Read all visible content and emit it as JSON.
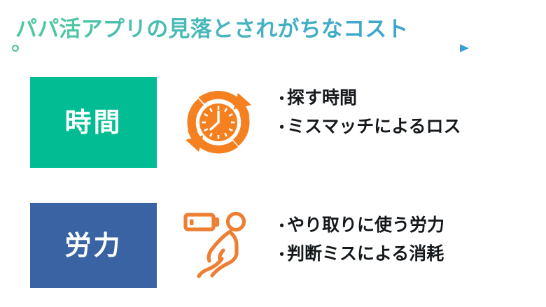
{
  "title": {
    "text": "パパ活アプリの見落とされがちなコスト",
    "gradient_start": "#4ec9a0",
    "gradient_end": "#37a0d5"
  },
  "arrow": {
    "name": "title-underline-arrow",
    "gradient_start": "#52c893",
    "gradient_end": "#3a9fd4"
  },
  "divider": {
    "color_start": "#3dc0a4",
    "color_end": "#3aa8c8",
    "style": "dashed"
  },
  "rows": [
    {
      "id": "time",
      "label": "時間",
      "label_bg": "#02bd93",
      "label_color": "#ffffff",
      "icon": "clock-refresh-icon",
      "icon_color": "#f5801f",
      "bullets": [
        "探す時間",
        "ミスマッチによるロス"
      ]
    },
    {
      "id": "effort",
      "label": "労力",
      "label_bg": "#3a63a4",
      "label_color": "#ffffff",
      "icon": "tired-person-low-battery-icon",
      "icon_color": "#ed7f33",
      "bullets": [
        "やり取りに使う労力",
        "判断ミスによる消耗"
      ]
    }
  ],
  "bullet_marker": "・"
}
